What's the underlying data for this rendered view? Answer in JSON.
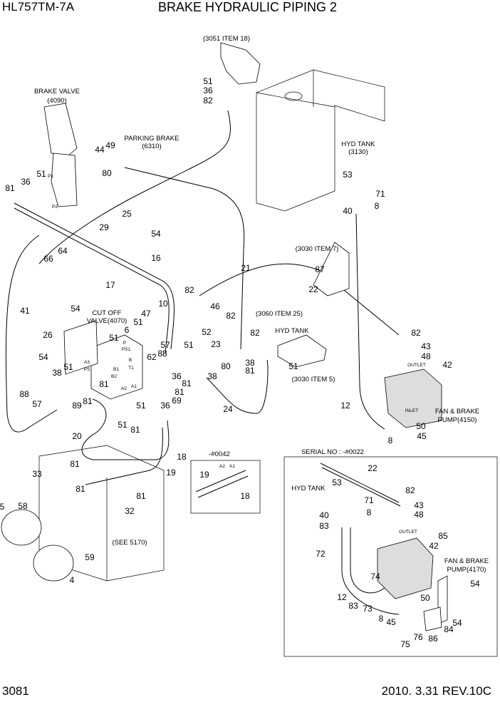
{
  "header": {
    "model": "HL757TM-7A",
    "title": "BRAKE HYDRAULIC PIPING 2"
  },
  "footer": {
    "page_number": "3081",
    "revision": "2010. 3.31  REV.10C"
  },
  "notes": [
    "(3051 ITEM 18)",
    "BRAKE VALVE",
    "(4090)",
    "PARKING BRAKE",
    "(6310)",
    "HYD TANK",
    "(3130)",
    "(3030 ITEM 7)",
    "CUT OFF",
    "VALVE(4070)",
    "(3060 ITEM 25)",
    "HYD TANK",
    "(3030  ITEM 5)",
    "FAN & BRAKE",
    "PUMP(4150)",
    "SERIAL NO : -#0022",
    "-#0042",
    "(SEE 5170)",
    "HYD TANK",
    "FAN & BRAKE",
    "PUMP(4170)"
  ],
  "port_labels": [
    "P1",
    "P2",
    "OUTLET",
    "INLET",
    "OUTLET",
    "A2",
    "A1",
    "P",
    "PS1",
    "B",
    "T1",
    "A3",
    "PS",
    "B1",
    "B2",
    "A2",
    "A1"
  ],
  "callouts": [
    "51",
    "36",
    "82",
    "44",
    "49",
    "80",
    "81",
    "36",
    "51",
    "25",
    "54",
    "29",
    "16",
    "64",
    "66",
    "17",
    "41",
    "21",
    "87",
    "22",
    "54",
    "26",
    "54",
    "51",
    "38",
    "88",
    "57",
    "89",
    "81",
    "81",
    "10",
    "47",
    "6",
    "51",
    "51",
    "57",
    "62",
    "88",
    "51",
    "36",
    "81",
    "81",
    "69",
    "51",
    "36",
    "51",
    "81",
    "82",
    "46",
    "82",
    "52",
    "23",
    "80",
    "38",
    "82",
    "38",
    "81",
    "51",
    "24",
    "12",
    "20",
    "18",
    "19",
    "53",
    "71",
    "8",
    "40",
    "82",
    "43",
    "48",
    "42",
    "50",
    "45",
    "8",
    "19",
    "18",
    "33",
    "81",
    "81",
    "81",
    "32",
    "5",
    "58",
    "59",
    "4",
    "22",
    "53",
    "82",
    "71",
    "43",
    "40",
    "8",
    "48",
    "83",
    "85",
    "42",
    "72",
    "74",
    "12",
    "83",
    "73",
    "50",
    "54",
    "8",
    "45",
    "54",
    "76",
    "86",
    "84",
    "75"
  ]
}
